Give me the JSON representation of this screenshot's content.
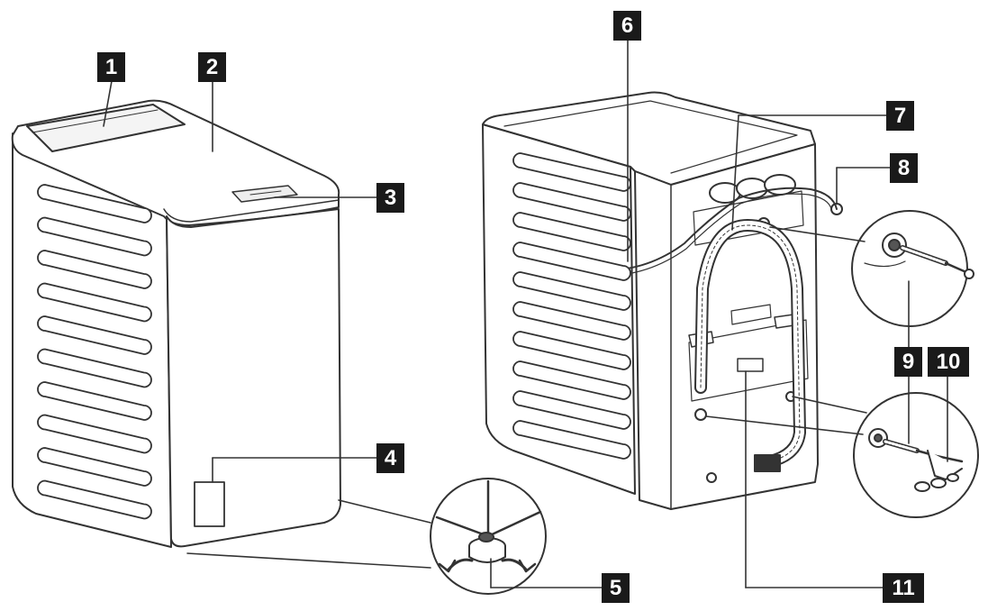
{
  "callouts": [
    {
      "id": "1",
      "label": "1"
    },
    {
      "id": "2",
      "label": "2"
    },
    {
      "id": "3",
      "label": "3"
    },
    {
      "id": "4",
      "label": "4"
    },
    {
      "id": "5",
      "label": "5"
    },
    {
      "id": "6",
      "label": "6"
    },
    {
      "id": "7",
      "label": "7"
    },
    {
      "id": "8",
      "label": "8"
    },
    {
      "id": "9",
      "label": "9"
    },
    {
      "id": "10",
      "label": "10"
    },
    {
      "id": "11",
      "label": "11"
    }
  ],
  "colors": {
    "ink": "#1a1a1a",
    "line": "#333333",
    "paper": "#ffffff",
    "light": "#f2f2f2"
  }
}
